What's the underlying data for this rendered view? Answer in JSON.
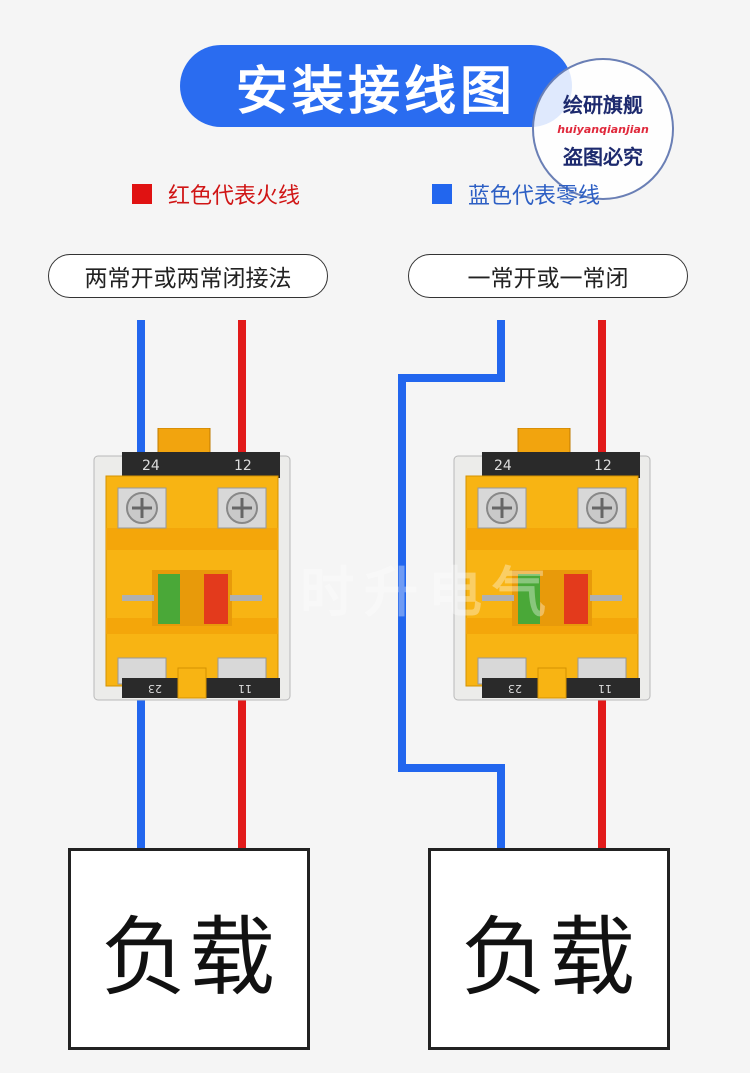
{
  "title": "安装接线图",
  "stamp": {
    "line1": "绘研旗舰",
    "line2": "huiyanqianjian",
    "line3": "盗图必究"
  },
  "legend": {
    "red": "红色代表火线",
    "blue": "蓝色代表零线"
  },
  "colors": {
    "live_red": "#e21a1a",
    "neutral_blue": "#2266ee",
    "module_yellow": "#f8b413",
    "title_blue": "#2a6cf0"
  },
  "left_panel": {
    "label": "两常开或两常闭接法",
    "terminal_top_left": "24",
    "terminal_top_right": "12",
    "terminal_bottom_left": "23",
    "terminal_bottom_right": "11",
    "load": "负载"
  },
  "right_panel": {
    "label": "一常开或一常闭",
    "terminal_top_left": "24",
    "terminal_top_right": "12",
    "terminal_bottom_left": "23",
    "terminal_bottom_right": "11",
    "load": "负载"
  },
  "watermark": "时升电气"
}
